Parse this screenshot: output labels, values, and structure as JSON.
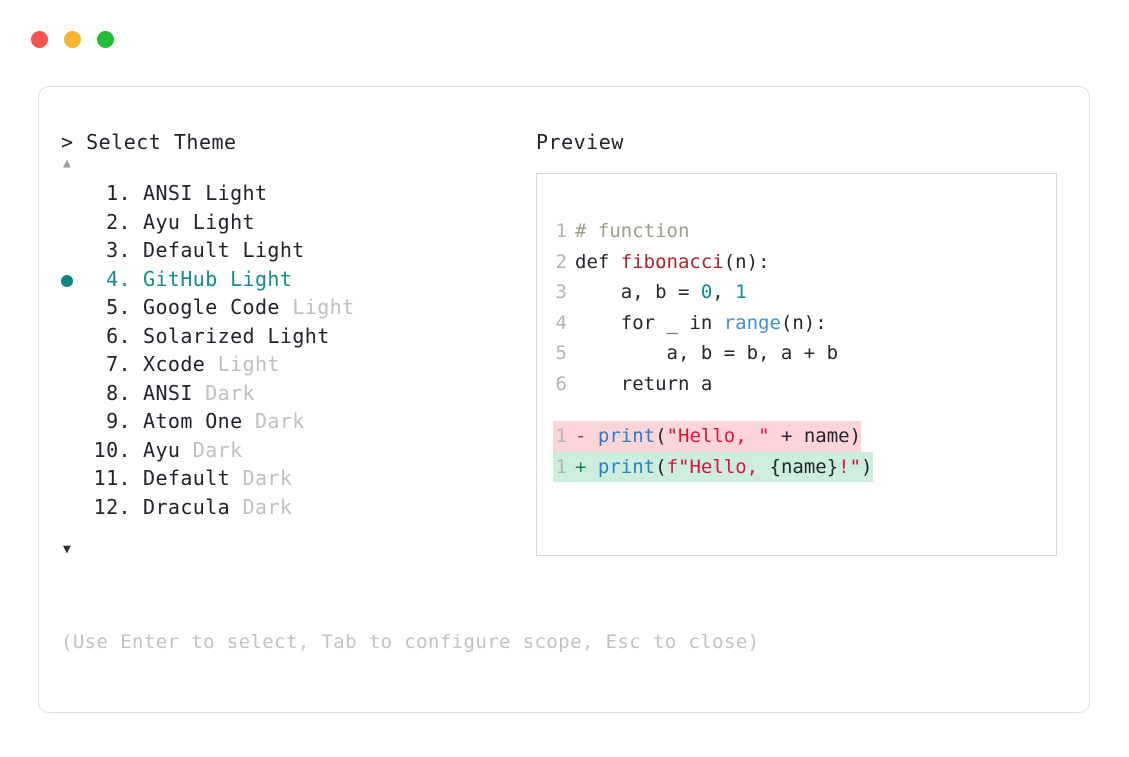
{
  "window": {
    "dots": [
      {
        "name": "close",
        "color": "#f4544f"
      },
      {
        "name": "minimize",
        "color": "#f7b531"
      },
      {
        "name": "maximize",
        "color": "#21bd3a"
      }
    ]
  },
  "selector": {
    "prompt": "> Select Theme",
    "scroll_up": "▲",
    "scroll_down": "▼",
    "selected_index": 4,
    "items": [
      {
        "num": "1.",
        "name": "ANSI",
        "variant": "Light",
        "variant_dim": false,
        "selected": false
      },
      {
        "num": "2.",
        "name": "Ayu",
        "variant": "Light",
        "variant_dim": false,
        "selected": false
      },
      {
        "num": "3.",
        "name": "Default",
        "variant": "Light",
        "variant_dim": false,
        "selected": false
      },
      {
        "num": "4.",
        "name": "GitHub",
        "variant": "Light",
        "variant_dim": false,
        "selected": true
      },
      {
        "num": "5.",
        "name": "Google Code",
        "variant": "Light",
        "variant_dim": true,
        "selected": false
      },
      {
        "num": "6.",
        "name": "Solarized",
        "variant": "Light",
        "variant_dim": false,
        "selected": false
      },
      {
        "num": "7.",
        "name": "Xcode",
        "variant": "Light",
        "variant_dim": true,
        "selected": false
      },
      {
        "num": "8.",
        "name": "ANSI",
        "variant": "Dark",
        "variant_dim": true,
        "selected": false
      },
      {
        "num": "9.",
        "name": "Atom One",
        "variant": "Dark",
        "variant_dim": true,
        "selected": false
      },
      {
        "num": "10.",
        "name": "Ayu",
        "variant": "Dark",
        "variant_dim": true,
        "selected": false
      },
      {
        "num": "11.",
        "name": "Default",
        "variant": "Dark",
        "variant_dim": true,
        "selected": false
      },
      {
        "num": "12.",
        "name": "Dracula",
        "variant": "Dark",
        "variant_dim": true,
        "selected": false
      }
    ]
  },
  "preview": {
    "label": "Preview",
    "code_lines": [
      {
        "ln": "1",
        "tokens": [
          {
            "t": "# function",
            "c": "comment"
          }
        ]
      },
      {
        "ln": "2",
        "tokens": [
          {
            "t": "def ",
            "c": "kw"
          },
          {
            "t": "fibonacci",
            "c": "fn"
          },
          {
            "t": "(n):",
            "c": "plain"
          }
        ]
      },
      {
        "ln": "3",
        "tokens": [
          {
            "t": "    a, b = ",
            "c": "plain"
          },
          {
            "t": "0",
            "c": "num"
          },
          {
            "t": ", ",
            "c": "plain"
          },
          {
            "t": "1",
            "c": "num"
          }
        ]
      },
      {
        "ln": "4",
        "tokens": [
          {
            "t": "    for _ in ",
            "c": "plain"
          },
          {
            "t": "range",
            "c": "builtin"
          },
          {
            "t": "(n):",
            "c": "plain"
          }
        ]
      },
      {
        "ln": "5",
        "tokens": [
          {
            "t": "        a, b = b, a + b",
            "c": "plain"
          }
        ]
      },
      {
        "ln": "6",
        "tokens": [
          {
            "t": "    return a",
            "c": "plain"
          }
        ]
      }
    ],
    "diff_lines": [
      {
        "kind": "del",
        "ln": "1",
        "sign": "-",
        "tokens": [
          {
            "t": "print",
            "c": "call"
          },
          {
            "t": "(",
            "c": "plain"
          },
          {
            "t": "\"Hello, \"",
            "c": "str"
          },
          {
            "t": " + name)",
            "c": "plain"
          }
        ]
      },
      {
        "kind": "add",
        "ln": "1",
        "sign": "+",
        "tokens": [
          {
            "t": "print",
            "c": "call"
          },
          {
            "t": "(",
            "c": "plain"
          },
          {
            "t": "f\"Hello, ",
            "c": "str"
          },
          {
            "t": "{name}",
            "c": "plain"
          },
          {
            "t": "!\"",
            "c": "str"
          },
          {
            "t": ")",
            "c": "plain"
          }
        ]
      }
    ]
  },
  "footer": {
    "hint": "(Use Enter to select, Tab to configure scope, Esc to close)"
  }
}
